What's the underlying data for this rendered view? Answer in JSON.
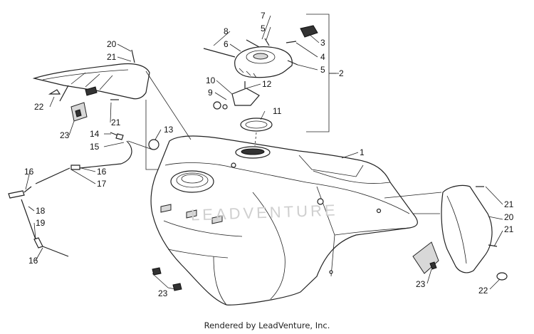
{
  "footer": {
    "text": "Rendered by LeadVenture, Inc."
  },
  "watermark": {
    "text": "LEADVENTURE"
  },
  "callouts": {
    "c1": "1",
    "c2": "2",
    "c3": "3",
    "c4": "4",
    "c5a": "5",
    "c5b": "5",
    "c6": "6",
    "c7": "7",
    "c8": "8",
    "c9": "9",
    "c10": "10",
    "c11": "11",
    "c12": "12",
    "c13": "13",
    "c14": "14",
    "c15": "15",
    "c16a": "16",
    "c16b": "16",
    "c16c": "16",
    "c17": "17",
    "c18": "18",
    "c19": "19",
    "c20a": "20",
    "c20b": "20",
    "c21a": "21",
    "c21b": "21",
    "c21c": "21",
    "c21d": "21",
    "c22a": "22",
    "c22b": "22",
    "c23a": "23",
    "c23b": "23",
    "c23c": "23"
  }
}
